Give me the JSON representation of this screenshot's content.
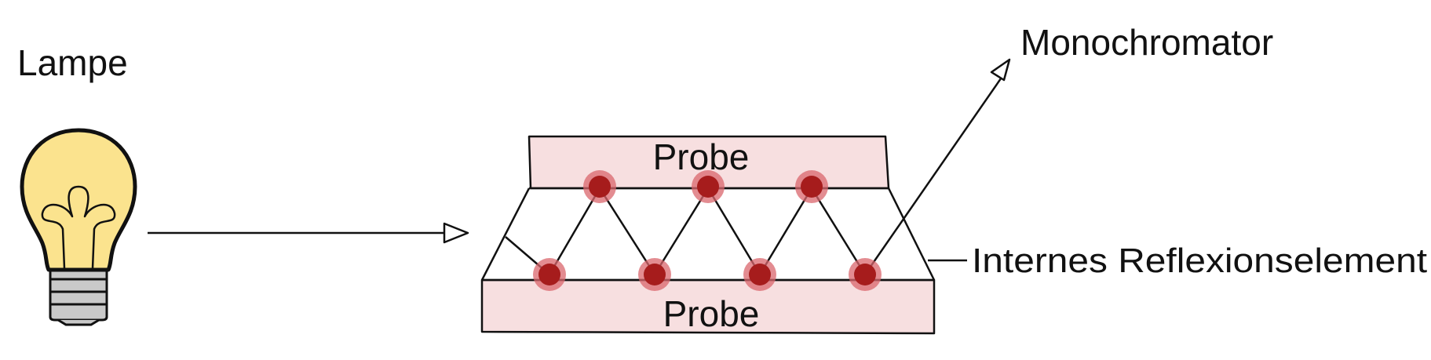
{
  "labels": {
    "lamp": "Lampe",
    "monochromator": "Monochromator",
    "top_sample": "Probe",
    "bottom_sample": "Probe",
    "ire": "Internes Reflexionselement"
  },
  "icons": {
    "lamp": "light-bulb-icon"
  },
  "colors": {
    "sample_fill": "#f7dfe0",
    "reflection_point": "#a61c1c",
    "reflection_halo": "#d9656c",
    "bulb_fill": "#fbe38e",
    "socket_fill": "#c9c9c9",
    "stroke": "#111111"
  },
  "reflection_points": {
    "top_count": 3,
    "bottom_count": 4
  }
}
